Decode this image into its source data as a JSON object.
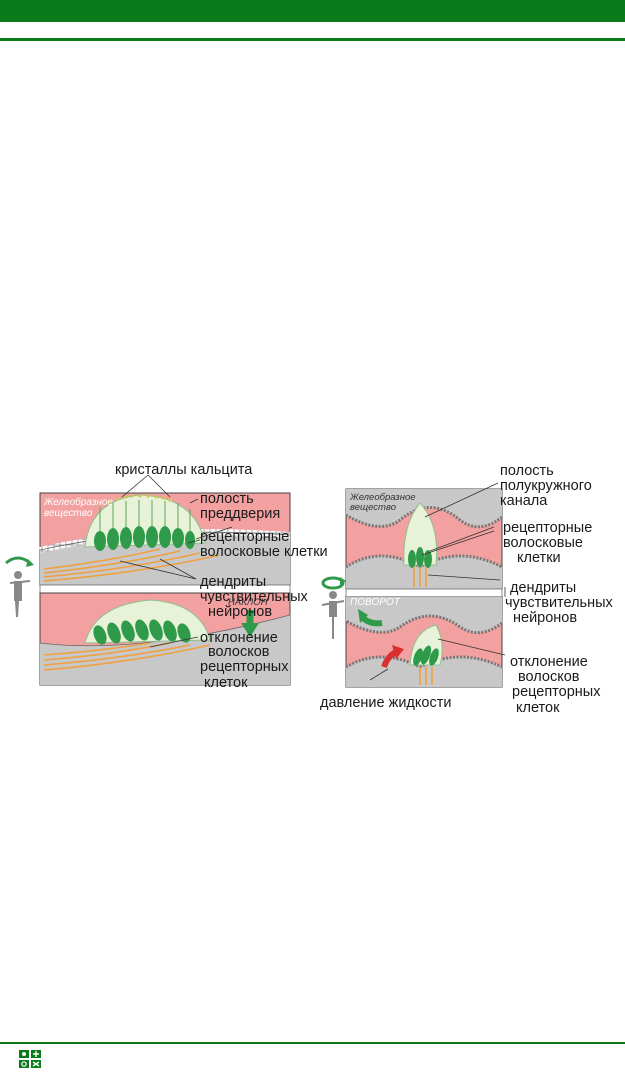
{
  "page": {
    "colors": {
      "accent": "#0b7a1a",
      "tissue": "#f2a0a0",
      "gel": "#c8c8c8",
      "hair_cells": "#2e9a4a"
    }
  },
  "figure": {
    "left": {
      "labels": {
        "calcite_crystals": "кристаллы кальцита",
        "gel_substance_l1": "Желеобразное",
        "gel_substance_l2": "вещество",
        "vestibule_l1": "полость",
        "vestibule_l2": "преддверия",
        "hair_cells_l1": "рецепторные",
        "hair_cells_l2": "волосковые клетки",
        "dendrites_l1": "дендриты",
        "dendrites_l2": "чувствительных",
        "dendrites_l3": "нейронов",
        "tilt": "НАКЛОН",
        "deflection_l1": "отклонение",
        "deflection_l2": "волосков",
        "deflection_l3": "рецепторных",
        "deflection_l4": "клеток"
      }
    },
    "right": {
      "labels": {
        "canal_l1": "полость",
        "canal_l2": "полукружного",
        "canal_l3": "канала",
        "gel_substance_l1": "Желеобразное",
        "gel_substance_l2": "вещество",
        "hair_cells_l1": "рецепторные",
        "hair_cells_l2": "волосковые",
        "hair_cells_l3": "клетки",
        "dendrites_l1": "дендриты",
        "dendrites_l2": "чувствительных",
        "dendrites_l3": "нейронов",
        "rotation": "ПОВОРОТ",
        "deflection_l1": "отклонение",
        "deflection_l2": "волосков",
        "deflection_l3": "рецепторных",
        "deflection_l4": "клеток",
        "fluid_pressure": "давление жидкости"
      }
    }
  }
}
